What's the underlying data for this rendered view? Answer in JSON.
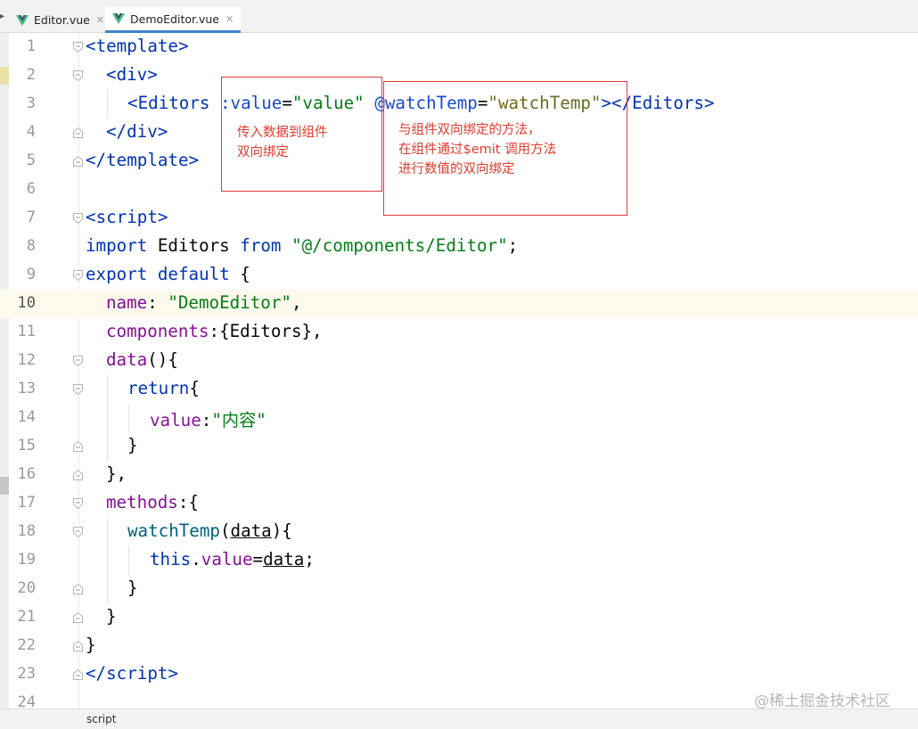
{
  "tabs": [
    {
      "label": "Editor.vue",
      "icon": "vue-icon",
      "active": false
    },
    {
      "label": "DemoEditor.vue",
      "icon": "vue-icon",
      "active": true
    }
  ],
  "colors": {
    "tag": "#0033b3",
    "string": "#067d17",
    "property": "#871094",
    "annotation": "#e3393c",
    "current_line": "#fcfaed"
  },
  "editor": {
    "current_line": 10,
    "lines": [
      {
        "n": "1"
      },
      {
        "n": "2"
      },
      {
        "n": "3"
      },
      {
        "n": "4"
      },
      {
        "n": "5"
      },
      {
        "n": "6"
      },
      {
        "n": "7"
      },
      {
        "n": "8"
      },
      {
        "n": "9"
      },
      {
        "n": "10"
      },
      {
        "n": "11"
      },
      {
        "n": "12"
      },
      {
        "n": "13"
      },
      {
        "n": "14"
      },
      {
        "n": "15"
      },
      {
        "n": "16"
      },
      {
        "n": "17"
      },
      {
        "n": "18"
      },
      {
        "n": "19"
      },
      {
        "n": "20"
      },
      {
        "n": "21"
      },
      {
        "n": "22"
      },
      {
        "n": "23"
      },
      {
        "n": "24"
      }
    ],
    "code": {
      "l1_open": "<",
      "l1_tag": "template",
      "l1_close": ">",
      "l2_open": "<",
      "l2_tag": "div",
      "l2_close": ">",
      "l3_open": "<",
      "l3_tag": "Editors",
      "l3_attr1": ":value",
      "l3_eq1": "=",
      "l3_val1": "\"value\"",
      "l3_attr2": "@watchTemp",
      "l3_eq2": "=",
      "l3_val2": "\"watchTemp\"",
      "l3_gt": ">",
      "l3_end_open": "</",
      "l3_end_tag": "Editors",
      "l3_end_close": ">",
      "l4_open": "</",
      "l4_tag": "div",
      "l4_close": ">",
      "l5_open": "</",
      "l5_tag": "template",
      "l5_close": ">",
      "l7_open": "<",
      "l7_tag": "script",
      "l7_close": ">",
      "l8_import": "import",
      "l8_name": " Editors ",
      "l8_from": "from",
      "l8_sp": " ",
      "l8_path": "\"@/components/Editor\"",
      "l8_semi": ";",
      "l9_export": "export",
      "l9_sp": " ",
      "l9_default": "default",
      "l9_brace": " {",
      "l10_key": "name",
      "l10_colon": ": ",
      "l10_val": "\"DemoEditor\"",
      "l10_comma": ",",
      "l11_key": "components",
      "l11_rest": ":{Editors},",
      "l12_key": "data",
      "l12_rest": "(){",
      "l13_kw": "return",
      "l13_rest": "{",
      "l14_key": "value",
      "l14_colon": ":",
      "l14_val": "\"内容\"",
      "l15_text": "}",
      "l16_text": "},",
      "l17_key": "methods",
      "l17_rest": ":{",
      "l18_fn": "watchTemp",
      "l18_p1": "(",
      "l18_arg": "data",
      "l18_p2": "){",
      "l19_this": "this",
      "l19_dot": ".",
      "l19_prop": "value",
      "l19_eq": "=",
      "l19_arg": "data",
      "l19_semi": ";",
      "l20_text": "}",
      "l21_text": "}",
      "l22_text": "}",
      "l23_open": "</",
      "l23_tag": "script",
      "l23_close": ">"
    }
  },
  "annotations": [
    {
      "text": "传入数据到组件\n双向绑定"
    },
    {
      "text": "与组件双向绑定的方法，\n在组件通过$emit 调用方法\n进行数值的双向绑定"
    }
  ],
  "status": {
    "path": "script"
  },
  "watermark": "@稀土掘金技术社区"
}
